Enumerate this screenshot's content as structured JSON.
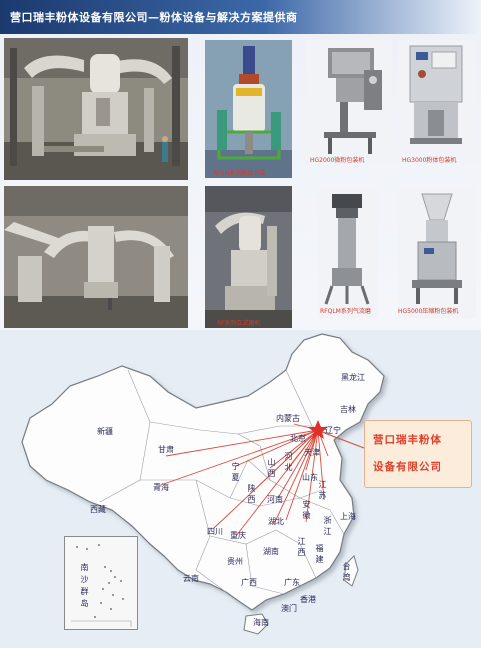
{
  "header": {
    "title": "营口瑞丰粉体设备有限公司—粉体设备与解决方案提供商"
  },
  "gallery": {
    "captions": {
      "crusher": "RFSM系列粉体包装",
      "packer_micro": "HG2000微粉包装机",
      "packer_powder": "HG3000粉体包装机",
      "mill": "RFQLM系列气流磨",
      "packer_press": "HG5000压缩粉包装机",
      "mill_photo": "RF系列立式磨机"
    }
  },
  "map": {
    "company_line1": "营口瑞丰粉体",
    "company_line2": "设备有限公司",
    "inset_label": "南沙群岛",
    "provinces": {
      "heilongjiang": "黑龙江",
      "jilin": "吉林",
      "liaoning": "辽宁",
      "neimenggu": "内蒙古",
      "beijing": "北京",
      "tianjin": "天津",
      "hebei": "河北",
      "shanxi": "山西",
      "shandong": "山东",
      "xinjiang": "新疆",
      "gansu": "甘肃",
      "ningxia": "宁夏",
      "qinghai": "青海",
      "shaanxi": "陕西",
      "henan": "河南",
      "jiangsu": "江苏",
      "anhui": "安徽",
      "shanghai": "上海",
      "xizang": "西藏",
      "sichuan": "四川",
      "hubei": "湖北",
      "zhejiang": "浙江",
      "chongqing": "重庆",
      "guizhou": "贵州",
      "hunan": "湖南",
      "jiangxi": "江西",
      "fujian": "福建",
      "yunnan": "云南",
      "guangxi": "广西",
      "guangdong": "广东",
      "taiwan": "台湾",
      "hongkong": "香港",
      "macau": "澳门",
      "hainan": "海南"
    }
  }
}
